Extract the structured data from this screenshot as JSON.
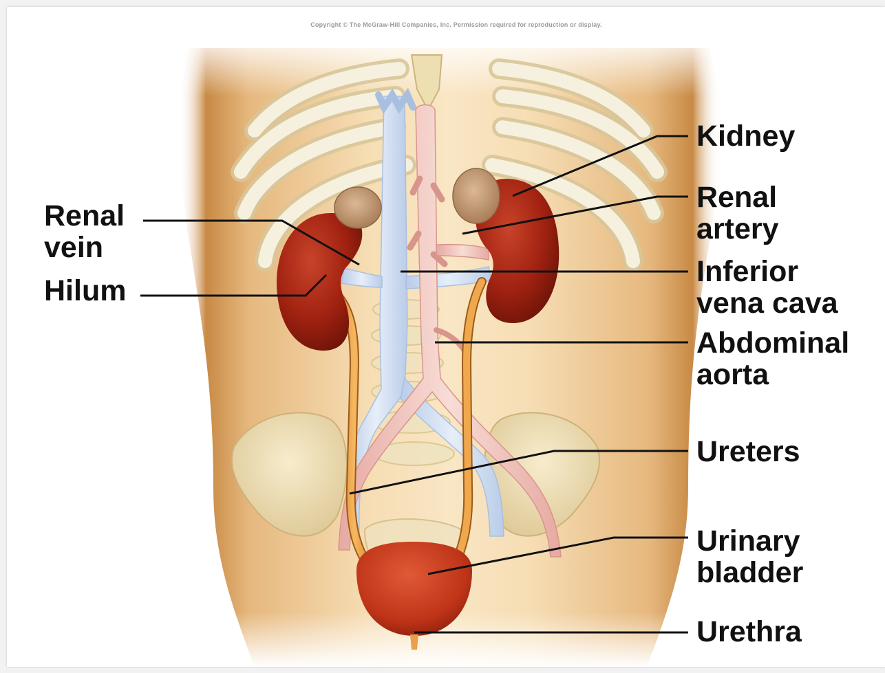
{
  "copyright_notice": "Copyright © The McGraw-Hill Companies, Inc. Permission required for reproduction or display.",
  "labels": {
    "kidney": "Kidney",
    "renal_artery": "Renal\nartery",
    "inferior_vena_cava": "Inferior\nvena cava",
    "abdominal_aorta": "Abdominal\naorta",
    "ureters": "Ureters",
    "urinary_bladder": "Urinary\nbladder",
    "urethra": "Urethra",
    "renal_vein": "Renal\nvein",
    "hilum": "Hilum"
  },
  "colors": {
    "skin": "#e2b57e",
    "skin_shadow": "#b57a3a",
    "kidney": "#a52312",
    "adrenal": "#c9a07c",
    "vein": "#c9d9ef",
    "artery": "#efc3bd",
    "ureter": "#e89b3b",
    "bladder": "#c63a1e",
    "bone": "#f3ead0"
  }
}
